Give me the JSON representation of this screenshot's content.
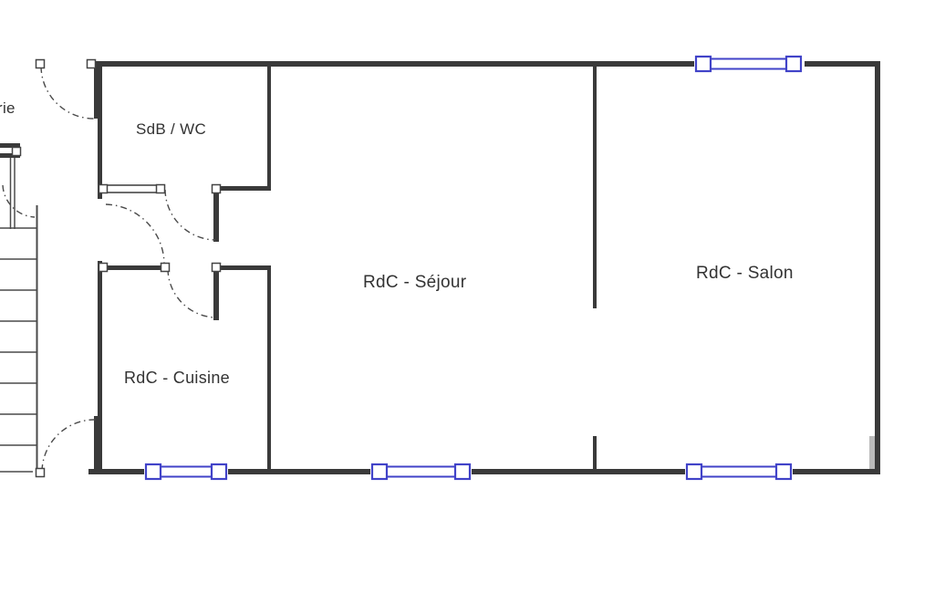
{
  "rooms": [
    {
      "id": "sdb-wc",
      "label": "SdB / WC"
    },
    {
      "id": "sejour",
      "label": "RdC - Séjour"
    },
    {
      "id": "salon",
      "label": "RdC - Salon"
    },
    {
      "id": "cuisine",
      "label": "RdC - Cuisine"
    },
    {
      "id": "left-partial",
      "label": "rie"
    }
  ],
  "colors": {
    "wall": "#3a3a3a",
    "thin_line": "#4a4a4a",
    "window_blue": "#4143c8",
    "label_text": "#333333",
    "background": "#ffffff"
  },
  "features": {
    "windows": [
      {
        "id": "window-top-salon",
        "wall": "top"
      },
      {
        "id": "window-bottom-cuisine",
        "wall": "bottom"
      },
      {
        "id": "window-bottom-sejour",
        "wall": "bottom"
      },
      {
        "id": "window-bottom-salon",
        "wall": "bottom"
      }
    ],
    "doors": [
      {
        "id": "door-top-left-exterior"
      },
      {
        "id": "door-bottom-left-exterior"
      },
      {
        "id": "door-sdb-wc"
      },
      {
        "id": "door-cuisine"
      },
      {
        "id": "door-corridor"
      }
    ],
    "staircase": {
      "id": "staircase-left",
      "treads": 8
    }
  }
}
